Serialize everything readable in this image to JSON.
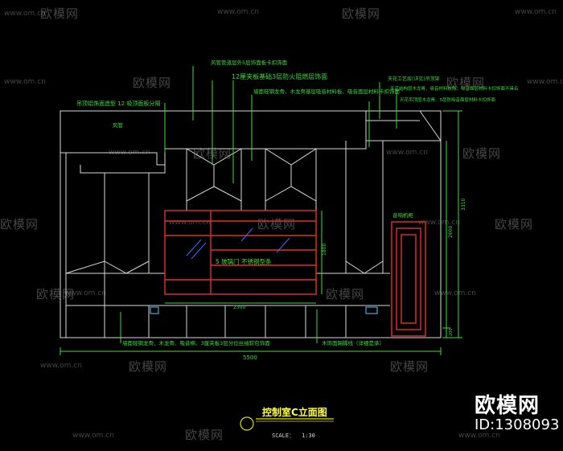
{
  "drawing": {
    "title": "控制室C立面图",
    "scale_label": "SCALE：",
    "scale_value": "1:30",
    "annotations": {
      "top_wind": "风管管道层外5层饰面板卡扣饰面",
      "top_12": "12厘夹板基础3层防火阻燃层饰面",
      "mid_wall": "墙面轻钢龙骨、木龙骨基层吸音材料板、吸音面层材料卡扣饰面",
      "left_ceiling": "吊顶铝饰面造型 12 吸顶面板分隔",
      "left_duct": "风管",
      "right_top_1": "天花工艺层(详见)吊顶架",
      "right_top_2": "天花结构层木龙骨、吸音材料板隔、吸音面层材料卡扣饰面不具名",
      "right_top_3": "天花吊顶层木龙骨、5层防吸音面层材料卡扣饰面",
      "window": "5 玻璃门 不锈钢型条",
      "cabinet": "音响机柜",
      "bottom_left": "墙面轻钢龙骨、木龙骨、吸音棉、3厘夹板3层分位丝绒软包饰面",
      "bottom_right": "木饰面踢脚线（详细是承）"
    },
    "dimensions": {
      "total_width": "5500",
      "window_width": "2300",
      "window_height": "1800",
      "right_total": "3310",
      "right_mid": "2600",
      "right_low": "200"
    }
  },
  "watermark": {
    "logo_text": "欧模网",
    "url_text": "www.om.cn"
  },
  "brand": {
    "name": "欧模网",
    "id": "ID:1308093"
  }
}
